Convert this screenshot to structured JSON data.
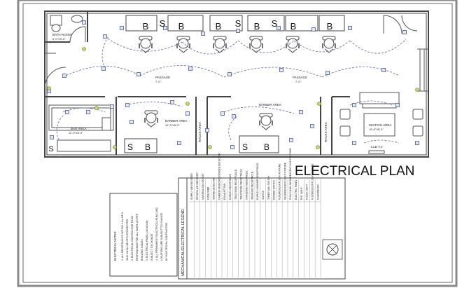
{
  "title": "ELECTRICAL PLAN",
  "rooms": {
    "bath_room": "BATH ROOM",
    "bath_room_dim": "6'-0\"X5'-0\"",
    "passage": "PASSAGE",
    "passage_dim": "7'-0\"",
    "bar_area": "BAR AREA",
    "bar_area_dim": "11'-0\"X8'-0\"",
    "barber_area_left": "BARBER AREA",
    "barber_area_left_dim": "12'-3\"X8'-0\"",
    "barber_area_center": "BARBER AREA",
    "racks_area": "RACKS AREA",
    "waiting_area": "WAITING AREA",
    "waiting_area_dim": "15'-6\"X8'-0\"",
    "lcd_tv": "LCD T.V"
  },
  "station_marks": {
    "b": "B",
    "s": "S"
  },
  "notes": {
    "heading": "ELECTRICAL NOTES:",
    "lines": [
      "1. ALL RECEPTACLES WITHIN 1.5m OF A",
      "SINK SHALL BE GFCI PROTECTED",
      "2. ELECTRICAL CONTRACTOR TO BE",
      "RESPONSIBLE FOR ALL WORK AS PER",
      "BUILDING CODES",
      "3. ELECTRICAL PANEL LOCATION",
      "SUBJECT TO CHANGE",
      "4. ALL PERMANENT ELECTRICAL RUNS AND",
      "LOCATIONS ARE SUBJECT TO CHANGE",
      "BY ELECTRICAL CONTRACTOR"
    ]
  },
  "legend": {
    "heading": "MECHANICAL/ELECTRICAL LEGEND",
    "items": [
      "SUPPLY AIR REGISTER",
      "RETURN AIR REGISTER",
      "NATURAL GAS OUTLET",
      "HOSE BIBB",
      "SMOKE DETECTOR",
      "CARBON MONOXIDE/SMOKE DETECTOR",
      "EXHAUST FAN",
      "DUPLEX RECEPTACLE",
      "TELEVISION RECEPTACLE",
      "TELEPHONE RECEPTACLE",
      "STANDARD RECEPTACLE",
      "WEATHER RECEPTACLE",
      "DUPLEX WASHER RECEPTACLE",
      "SWITCH",
      "THREE WAY SWITCH",
      "DIMMER SWITCH",
      "FLUORESCENT LIGHT FIXTURE",
      "INCANDESCENT LIGHT FIXTURE",
      "PULL CHAIN INCANDESCENT LIGHT FIXTURE",
      "ELECTRIC PANEL",
      "POT LIGHT",
      "FLUSH LIGHT",
      "FLUORESCENT LIGHT FIXTURE",
      "CHANDELIER"
    ]
  }
}
